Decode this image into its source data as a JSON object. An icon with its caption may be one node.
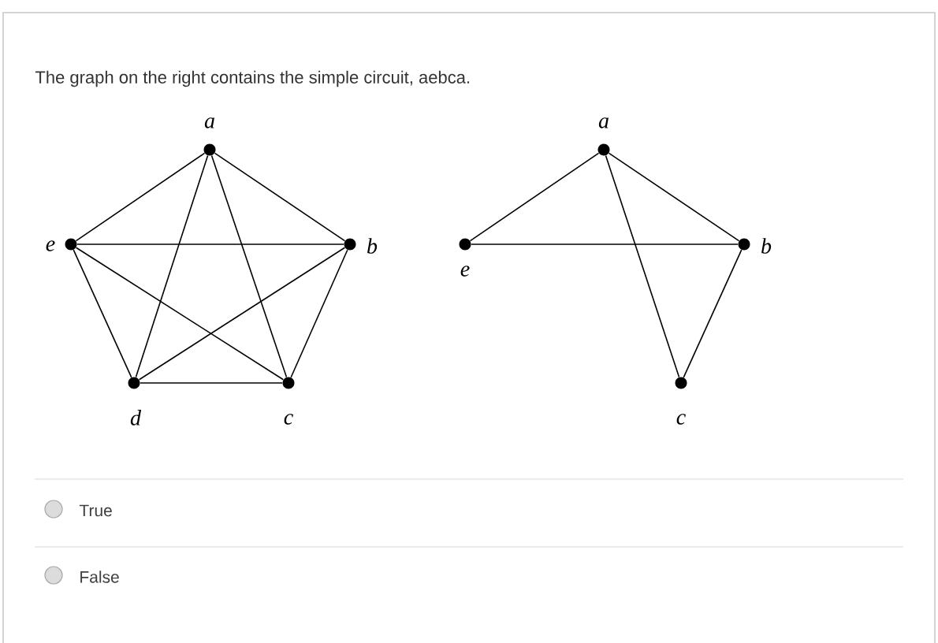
{
  "diagram": {
    "title": "The graph on the right contains the simple circuit, aebca.",
    "nodes": [
      {
        "text": [],
        "shape": "circle",
        "beside": [
          "a"
        ]
      },
      {
        "text": [],
        "shape": "circle",
        "beside": [
          "e"
        ]
      },
      {
        "text": [],
        "shape": "circle",
        "beside": [
          "b"
        ]
      },
      {
        "text": [],
        "shape": "circle",
        "beside": [
          "d"
        ]
      },
      {
        "text": [],
        "shape": "circle",
        "beside": [
          "c"
        ]
      },
      {
        "text": [],
        "shape": "circle",
        "beside": [
          "a"
        ]
      },
      {
        "text": [],
        "shape": "circle",
        "beside": [
          "e"
        ]
      },
      {
        "text": [],
        "shape": "circle",
        "beside": [
          "b"
        ]
      },
      {
        "text": [],
        "shape": "circle",
        "beside": [
          "c"
        ]
      }
    ],
    "edges": [
      {
        "from": 0,
        "to": 1,
        "arrow": "none"
      },
      {
        "from": 0,
        "to": 2,
        "arrow": "none"
      },
      {
        "from": 0,
        "to": 3,
        "arrow": "none"
      },
      {
        "from": 0,
        "to": 4,
        "arrow": "none"
      },
      {
        "from": 1,
        "to": 2,
        "arrow": "none"
      },
      {
        "from": 1,
        "to": 3,
        "arrow": "none"
      },
      {
        "from": 1,
        "to": 4,
        "arrow": "none"
      },
      {
        "from": 3,
        "to": 4,
        "arrow": "none"
      },
      {
        "from": 3,
        "to": 2,
        "arrow": "none"
      },
      {
        "from": 2,
        "to": 4,
        "arrow": "none"
      },
      {
        "from": 5,
        "to": 6,
        "arrow": "none"
      },
      {
        "from": 5,
        "to": 7,
        "arrow": "none"
      },
      {
        "from": 5,
        "to": 8,
        "arrow": "none"
      },
      {
        "from": 6,
        "to": 7,
        "arrow": "none"
      },
      {
        "from": 7,
        "to": 8,
        "arrow": "none"
      }
    ],
    "labels": [
      "True",
      "False"
    ]
  }
}
